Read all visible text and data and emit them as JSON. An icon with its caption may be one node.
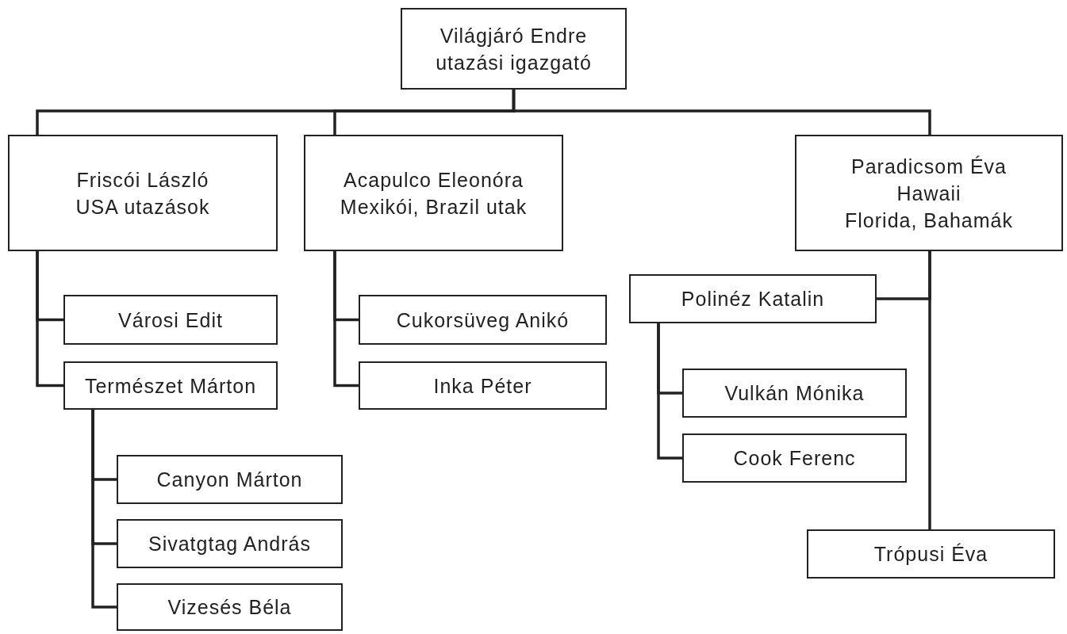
{
  "diagram": {
    "nodes": [
      {
        "text": [
          "Világjáró Endre",
          "utazási igazgató"
        ]
      },
      {
        "text": [
          "Friscói László",
          "USA utazások"
        ]
      },
      {
        "text": [
          "Acapulco Eleonóra",
          "Mexikói, Brazil utak"
        ]
      },
      {
        "text": [
          "Paradicsom Éva",
          "Hawaii",
          "Florida, Bahamák"
        ]
      },
      {
        "text": [
          "Városi Edit"
        ]
      },
      {
        "text": [
          "Természet Márton"
        ]
      },
      {
        "text": [
          "Cukorsüveg Anikó"
        ]
      },
      {
        "text": [
          "Inka Péter"
        ]
      },
      {
        "text": [
          "Polinéz Katalin"
        ]
      },
      {
        "text": [
          "Vulkán Mónika"
        ]
      },
      {
        "text": [
          "Cook Ferenc"
        ]
      },
      {
        "text": [
          "Trópusi Éva"
        ]
      },
      {
        "text": [
          "Canyon Márton"
        ]
      },
      {
        "text": [
          "Sivatgtag András"
        ]
      },
      {
        "text": [
          "Vizesés Béla"
        ]
      }
    ],
    "edges": [
      {
        "from": 0,
        "to": 1,
        "arrow": "none"
      },
      {
        "from": 0,
        "to": 2,
        "arrow": "none"
      },
      {
        "from": 0,
        "to": 3,
        "arrow": "none"
      },
      {
        "from": 1,
        "to": 4,
        "arrow": "none"
      },
      {
        "from": 1,
        "to": 5,
        "arrow": "none"
      },
      {
        "from": 2,
        "to": 6,
        "arrow": "none"
      },
      {
        "from": 2,
        "to": 7,
        "arrow": "none"
      },
      {
        "from": 3,
        "to": 8,
        "arrow": "none"
      },
      {
        "from": 3,
        "to": 11,
        "arrow": "none"
      },
      {
        "from": 8,
        "to": 9,
        "arrow": "none"
      },
      {
        "from": 8,
        "to": 10,
        "arrow": "none"
      },
      {
        "from": 5,
        "to": 12,
        "arrow": "none"
      },
      {
        "from": 5,
        "to": 13,
        "arrow": "none"
      },
      {
        "from": 5,
        "to": 14,
        "arrow": "none"
      }
    ]
  }
}
